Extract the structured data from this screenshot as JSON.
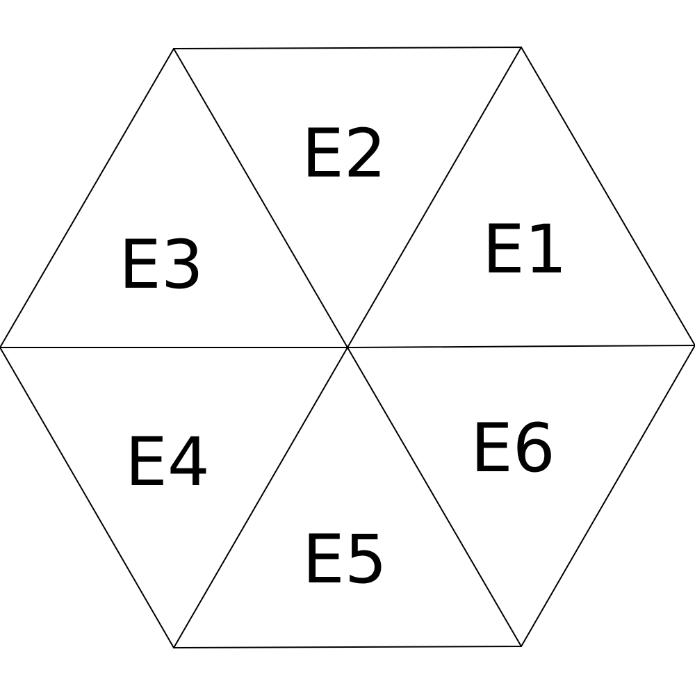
{
  "regions": [
    {
      "label": "E1"
    },
    {
      "label": "E2"
    },
    {
      "label": "E3"
    },
    {
      "label": "E4"
    },
    {
      "label": "E5"
    },
    {
      "label": "E6"
    }
  ]
}
